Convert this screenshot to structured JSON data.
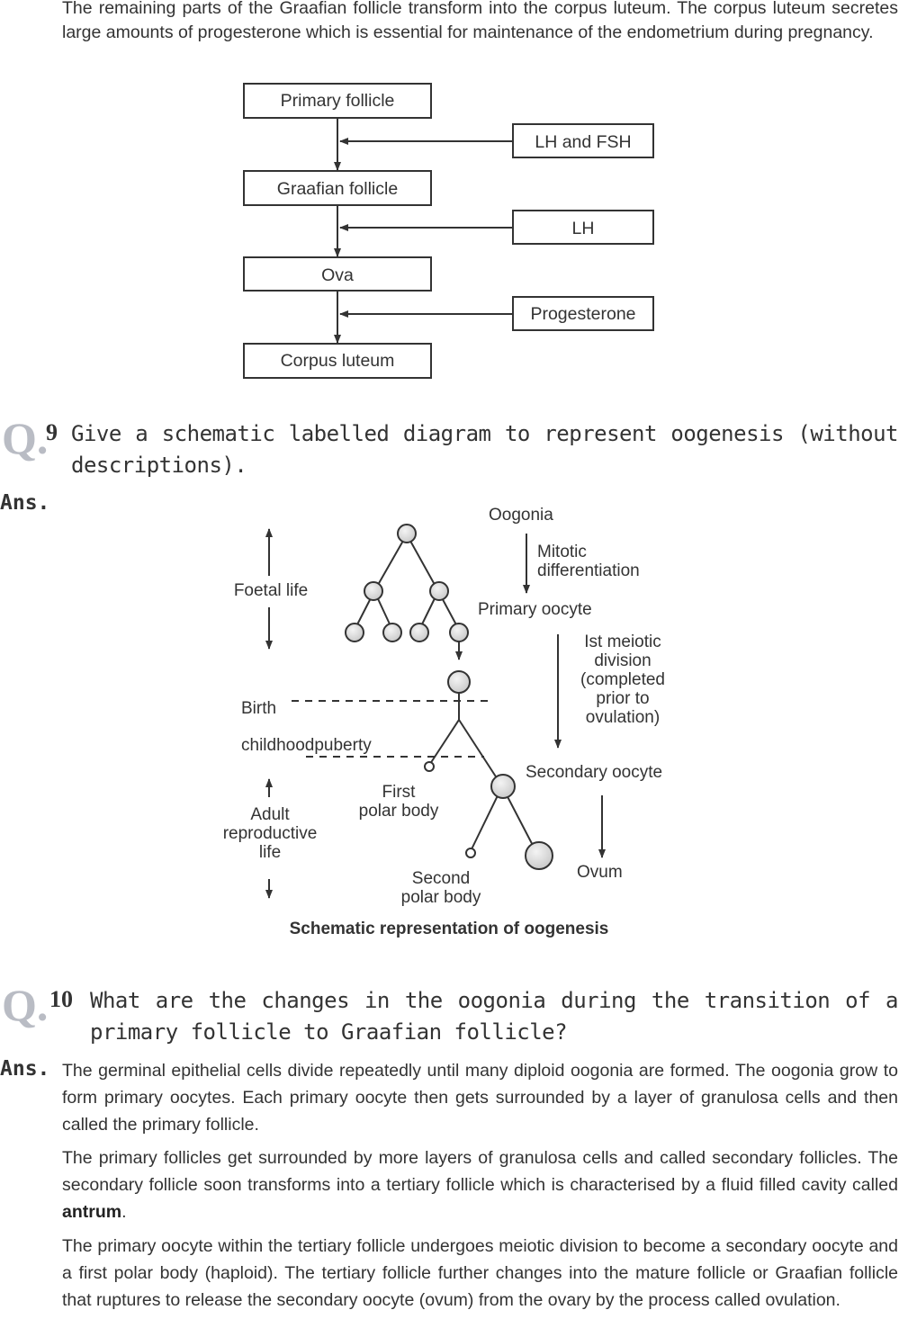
{
  "intro": {
    "text": "The remaining parts of the Graafian follicle transform into the corpus luteum. The corpus luteum secretes large amounts of progesterone which is essential for maintenance of the endometrium during pregnancy."
  },
  "flowchart": {
    "boxes": [
      "Primary follicle",
      "Graafian follicle",
      "Ova",
      "Corpus luteum"
    ],
    "inputs": [
      "LH and FSH",
      "LH",
      "Progesterone"
    ]
  },
  "q9": {
    "mark": "Q.",
    "number": "9",
    "text": "Give a schematic labelled diagram to represent oogenesis (without descriptions).",
    "ans_label": "Ans."
  },
  "oogenesis": {
    "labels": {
      "oogonia": "Oogonia",
      "mitotic_1": "Mitotic",
      "mitotic_2": "differentiation",
      "primary_oocyte": "Primary oocyte",
      "meiotic_1": "Ist meiotic",
      "meiotic_2": "division",
      "meiotic_3": "(completed",
      "meiotic_4": "prior to",
      "meiotic_5": "ovulation)",
      "secondary_oocyte": "Secondary oocyte",
      "ovum": "Ovum",
      "foetal_life": "Foetal life",
      "birth": "Birth",
      "childhood": "childhoodpuberty",
      "adult_1": "Adult",
      "adult_2": "reproductive",
      "adult_3": "life",
      "first_polar_1": "First",
      "first_polar_2": "polar body",
      "second_polar_1": "Second",
      "second_polar_2": "polar body"
    },
    "caption": "Schematic representation of oogenesis"
  },
  "q10": {
    "mark": "Q.",
    "number": "10",
    "text": "What are the changes in the oogonia during the transition of a primary follicle to Graafian follicle?",
    "ans_label": "Ans.",
    "para1": "The germinal epithelial cells divide repeatedly until many diploid oogonia are formed. The oogonia grow to form primary oocytes. Each primary oocyte then gets surrounded by a layer of granulosa cells and then called the primary follicle.",
    "para2_pre": "The primary follicles get surrounded by more layers of granulosa cells and called secondary follicles. The secondary follicle soon transforms into a tertiary follicle which is characterised by a fluid filled cavity called ",
    "para2_bold": "antrum",
    "para2_post": ".",
    "para3": "The primary oocyte within the tertiary follicle undergoes meiotic division to become a secondary oocyte and a first polar body (haploid). The tertiary follicle further changes into the mature follicle or Graafian follicle that ruptures to release the secondary oocyte (ovum) from the ovary by the process called ovulation."
  }
}
